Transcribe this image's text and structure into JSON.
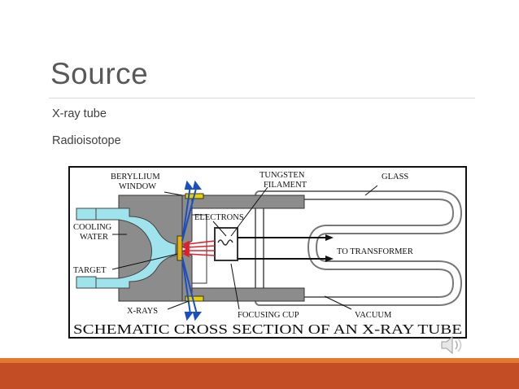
{
  "slide": {
    "title": "Source",
    "bullets": [
      "X-ray tube",
      "Radioisotope"
    ]
  },
  "diagram": {
    "labels": {
      "beryllium_window": [
        "BERYLLIUM",
        "WINDOW"
      ],
      "tungsten_filament": [
        "TUNGSTEN",
        "FILAMENT"
      ],
      "glass": "GLASS",
      "electrons": "ELECTRONS",
      "cooling_water": [
        "COOLING",
        "WATER"
      ],
      "to_transformer": "TO TRANSFORMER",
      "target": "TARGET",
      "x_rays": "X-RAYS",
      "focusing_cup": "FOCUSING CUP",
      "vacuum": "VACUUM",
      "caption": "SCHEMATIC CROSS SECTION OF AN X-RAY TUBE"
    },
    "colors": {
      "metal": "#8c8c8c",
      "water": "#9fe3ec",
      "target": "#e8b400",
      "electrons": "#e0202a",
      "xrays": "#1a4fc0",
      "glass_fill": "#c8c8c8",
      "border": "#111111"
    }
  },
  "footer": {
    "accent": "#e2792f",
    "base": "#c34e25",
    "icon": "speaker-icon"
  }
}
